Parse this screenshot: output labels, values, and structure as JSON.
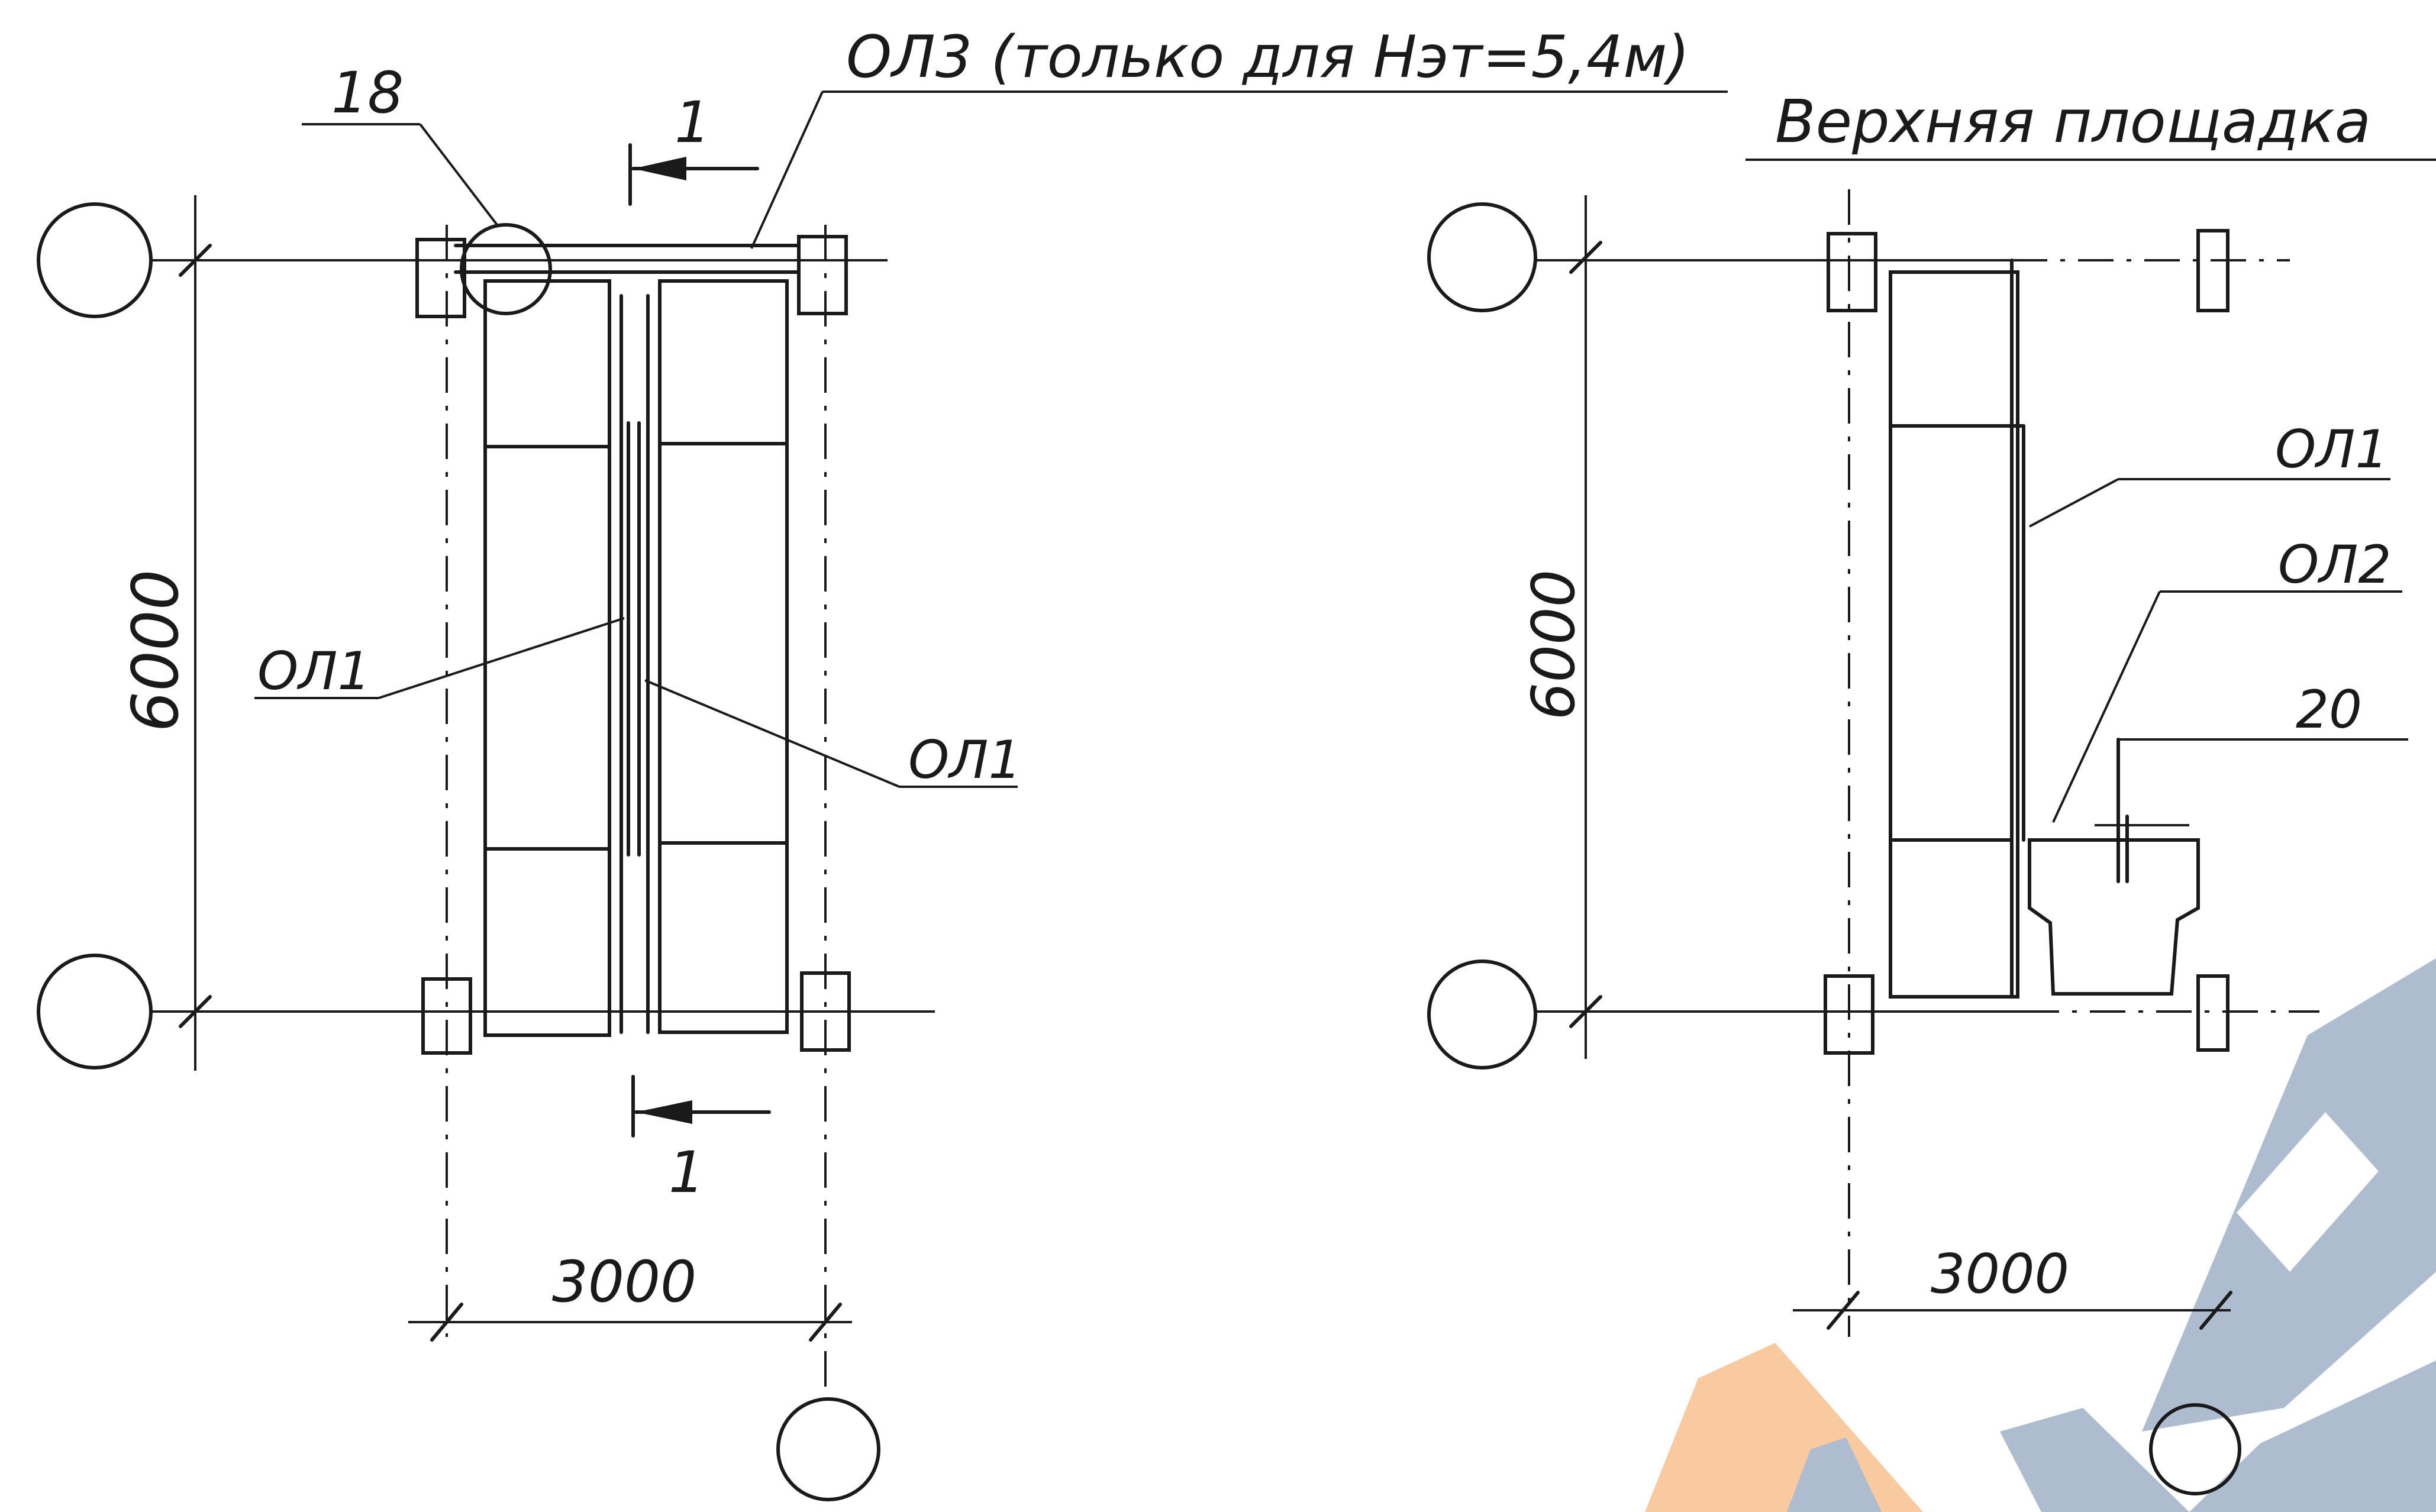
{
  "left_plan": {
    "callout_top": "ОЛ3 (только для Нэт=5,4м)",
    "detail_ref": "18",
    "section_top": "1",
    "section_bottom": "1",
    "label_left": "ОЛ1",
    "label_right": "ОЛ1",
    "dim_vertical": "6000",
    "dim_horizontal": "3000"
  },
  "right_plan": {
    "title": "Верхняя площадка",
    "label_ol1": "ОЛ1",
    "label_ol2": "ОЛ2",
    "label_gap": "20",
    "dim_vertical": "6000",
    "dim_horizontal": "3000"
  },
  "watermark": {
    "colors": {
      "blue": "#a9b9cc",
      "orange": "#f9c79a"
    }
  }
}
